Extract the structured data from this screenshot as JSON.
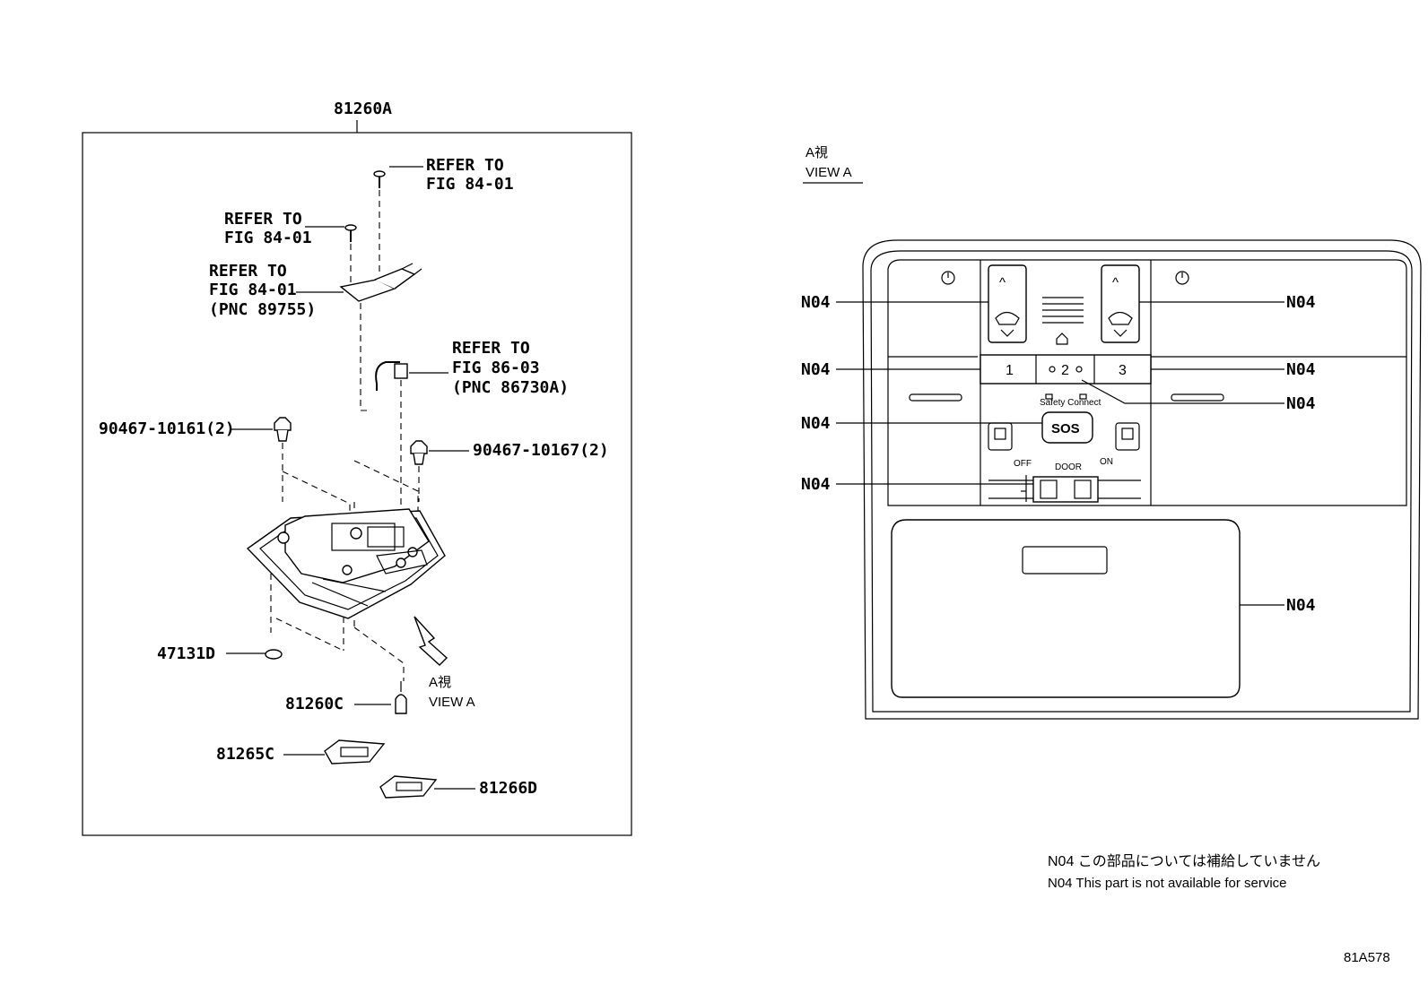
{
  "left": {
    "assembly_label": "81260A",
    "refer1": [
      "REFER TO",
      "FIG 84-01"
    ],
    "refer2": [
      "REFER TO",
      "FIG 84-01"
    ],
    "refer3": [
      "REFER TO",
      "FIG 84-01",
      "(PNC 89755)"
    ],
    "refer4": [
      "REFER TO",
      "FIG 86-03",
      "(PNC 86730A)"
    ],
    "part_90467_10161": "90467-10161(2)",
    "part_90467_10167": "90467-10167(2)",
    "part_47131D": "47131D",
    "part_81260C": "81260C",
    "part_81265C": "81265C",
    "part_81266D": "81266D",
    "view_a": [
      "A視",
      "VIEW A"
    ]
  },
  "right": {
    "view_a": [
      "A視",
      "VIEW A"
    ],
    "callouts": [
      "N04",
      "N04",
      "N04",
      "N04",
      "N04",
      "N04",
      "N04",
      "N04"
    ],
    "buttons": [
      "1",
      "2",
      "3"
    ],
    "sos": "SOS",
    "safety": "Safety Connect",
    "off": "OFF",
    "door": "DOOR",
    "on": "ON"
  },
  "notes": {
    "jp": "N04 この部品については補給していません",
    "en": "N04 This part is not available for service"
  },
  "figure_id": "81A578"
}
